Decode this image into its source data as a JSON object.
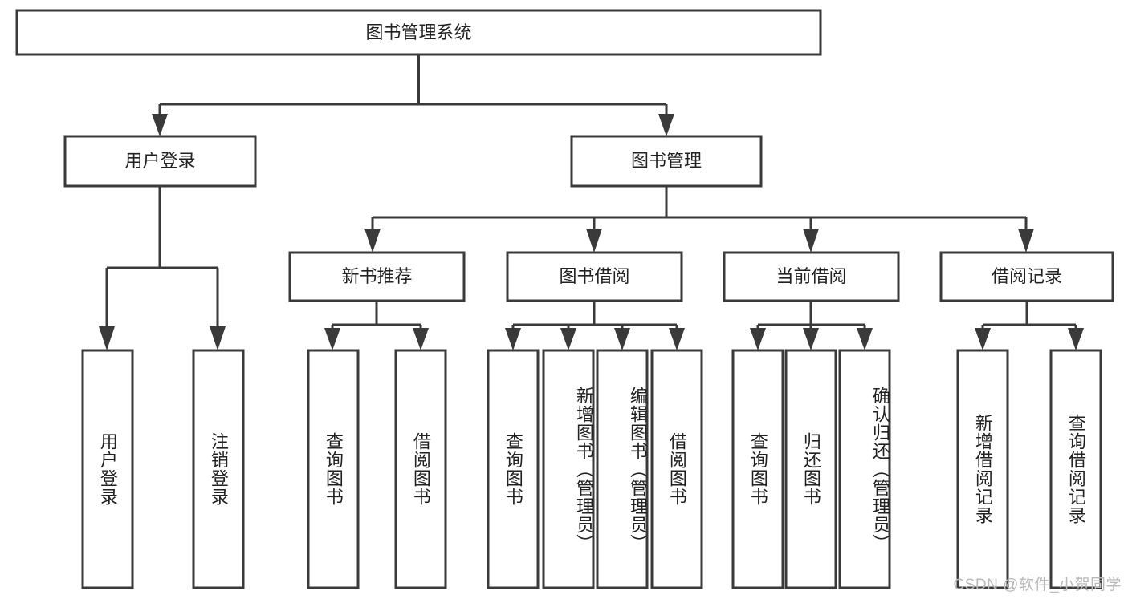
{
  "diagram": {
    "title": "图书管理系统",
    "type": "tree-hierarchy-diagram",
    "orientation": "top-down",
    "colors": {
      "box_stroke": "#3a3a3a",
      "box_fill": "#ffffff",
      "connector": "#3a3a3a",
      "text": "#222222",
      "watermark": "#b9b9b9",
      "background": "#ffffff"
    },
    "levels": {
      "root": {
        "label": "图书管理系统"
      },
      "level2": [
        {
          "id": "user-login",
          "label": "用户登录"
        },
        {
          "id": "book-management",
          "label": "图书管理"
        }
      ],
      "level3": [
        {
          "id": "new-book-recommend",
          "label": "新书推荐",
          "parent": "book-management"
        },
        {
          "id": "book-borrow",
          "label": "图书借阅",
          "parent": "book-management"
        },
        {
          "id": "current-borrow",
          "label": "当前借阅",
          "parent": "book-management"
        },
        {
          "id": "borrow-record",
          "label": "借阅记录",
          "parent": "book-management"
        }
      ],
      "leaves": {
        "user-login": [
          {
            "id": "leaf-user-login",
            "label": "用户登录"
          },
          {
            "id": "leaf-user-logout",
            "label": "注销登录"
          }
        ],
        "new-book-recommend": [
          {
            "id": "leaf-query-book-1",
            "label": "查询图书"
          },
          {
            "id": "leaf-borrow-book-1",
            "label": "借阅图书"
          }
        ],
        "book-borrow": [
          {
            "id": "leaf-query-book-2",
            "label": "查询图书"
          },
          {
            "id": "leaf-add-book",
            "label": "新增图书（管理员）"
          },
          {
            "id": "leaf-edit-book",
            "label": "编辑图书（管理员）"
          },
          {
            "id": "leaf-borrow-book-2",
            "label": "借阅图书"
          }
        ],
        "current-borrow": [
          {
            "id": "leaf-query-book-3",
            "label": "查询图书"
          },
          {
            "id": "leaf-return-book",
            "label": "归还图书"
          },
          {
            "id": "leaf-confirm-return",
            "label": "确认归还（管理员）"
          }
        ],
        "borrow-record": [
          {
            "id": "leaf-add-record",
            "label": "新增借阅记录"
          },
          {
            "id": "leaf-query-record",
            "label": "查询借阅记录"
          }
        ]
      }
    },
    "watermark": "CSDN @软件_小贺同学"
  }
}
